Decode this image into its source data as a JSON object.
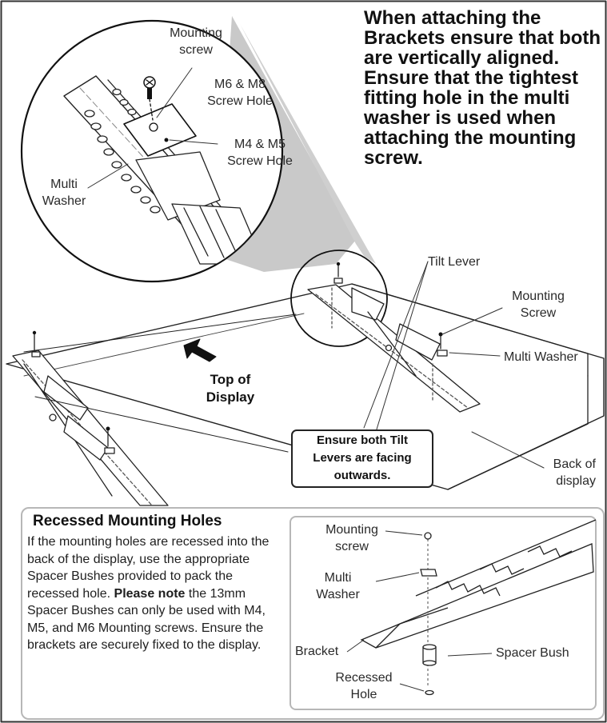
{
  "heading": "When attaching the Brackets ensure that both are vertically aligned. Ensure that the tightest fitting hole in the multi washer is used when attaching the mounting screw.",
  "zoom_labels": {
    "mounting_screw": [
      "Mounting",
      "screw"
    ],
    "m6_m8": [
      "M6 & M8",
      "Screw Hole"
    ],
    "m4_m5": [
      "M4 & M5",
      "Screw Hole"
    ],
    "multi_washer": [
      "Multi",
      "Washer"
    ]
  },
  "main_labels": {
    "tilt_lever": "Tilt Lever",
    "mounting_screw": [
      "Mounting",
      "Screw"
    ],
    "multi_washer": "Multi Washer",
    "top_of_display": [
      "Top of",
      "Display"
    ],
    "back_of_display": [
      "Back of",
      "display"
    ]
  },
  "callout": [
    "Ensure both Tilt",
    "Levers are facing",
    "outwards."
  ],
  "recessed": {
    "title": "Recessed Mounting Holes",
    "body_1": "If the mounting holes are recessed into the back of the display, use the appropriate Spacer Bushes provided to pack the recessed hole.",
    "body_note_bold": "Please note",
    "body_2": " the 13mm Spacer Bushes can only be used with M4, M5, and M6 Mounting screws.",
    "body_3": "Ensure the brackets are securely fixed to the display.",
    "labels": {
      "mounting_screw": [
        "Mounting",
        "screw"
      ],
      "multi_washer": [
        "Multi",
        "Washer"
      ],
      "bracket": "Bracket",
      "spacer_bush": "Spacer Bush",
      "recessed_hole": [
        "Recessed",
        "Hole"
      ]
    }
  }
}
